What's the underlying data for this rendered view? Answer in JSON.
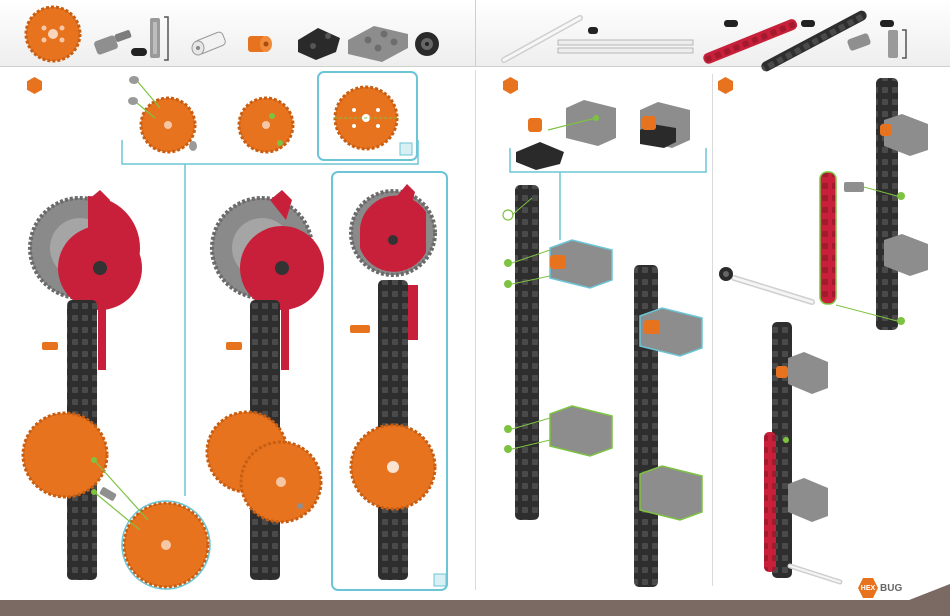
{
  "page": {
    "brand_logo_text": "HEXBUG",
    "brand_hex_text": "HEX",
    "brand_bug_text": "BUG"
  },
  "colors": {
    "accent_orange": "#e8731f",
    "beam_dark": "#2e2e2e",
    "beam_red": "#c8203a",
    "part_gray": "#8f8f8f",
    "callout_teal": "#6cc5d6",
    "highlight_green": "#7ec242",
    "footer_brown": "#7a6a63"
  },
  "parts_bar_left": [
    {
      "icon": "orange-gear-large-icon"
    },
    {
      "icon": "gray-axle-connector-icon"
    },
    {
      "icon": "gray-axle-pin-icon"
    },
    {
      "icon": "white-axle-icon"
    },
    {
      "icon": "orange-bushing-icon"
    },
    {
      "icon": "black-corner-bracket-icon"
    },
    {
      "icon": "gray-plate-icon"
    },
    {
      "icon": "black-pulley-icon"
    }
  ],
  "parts_bar_right": [
    {
      "icon": "white-long-rod-icon"
    },
    {
      "icon": "red-beam-icon"
    },
    {
      "icon": "black-long-beam-icon"
    },
    {
      "icon": "gray-connector-icon"
    }
  ],
  "steps": [
    {
      "name": "step-left",
      "badge": "orange"
    },
    {
      "name": "step-middle",
      "badge": "orange"
    },
    {
      "name": "step-right",
      "badge": "orange"
    }
  ]
}
